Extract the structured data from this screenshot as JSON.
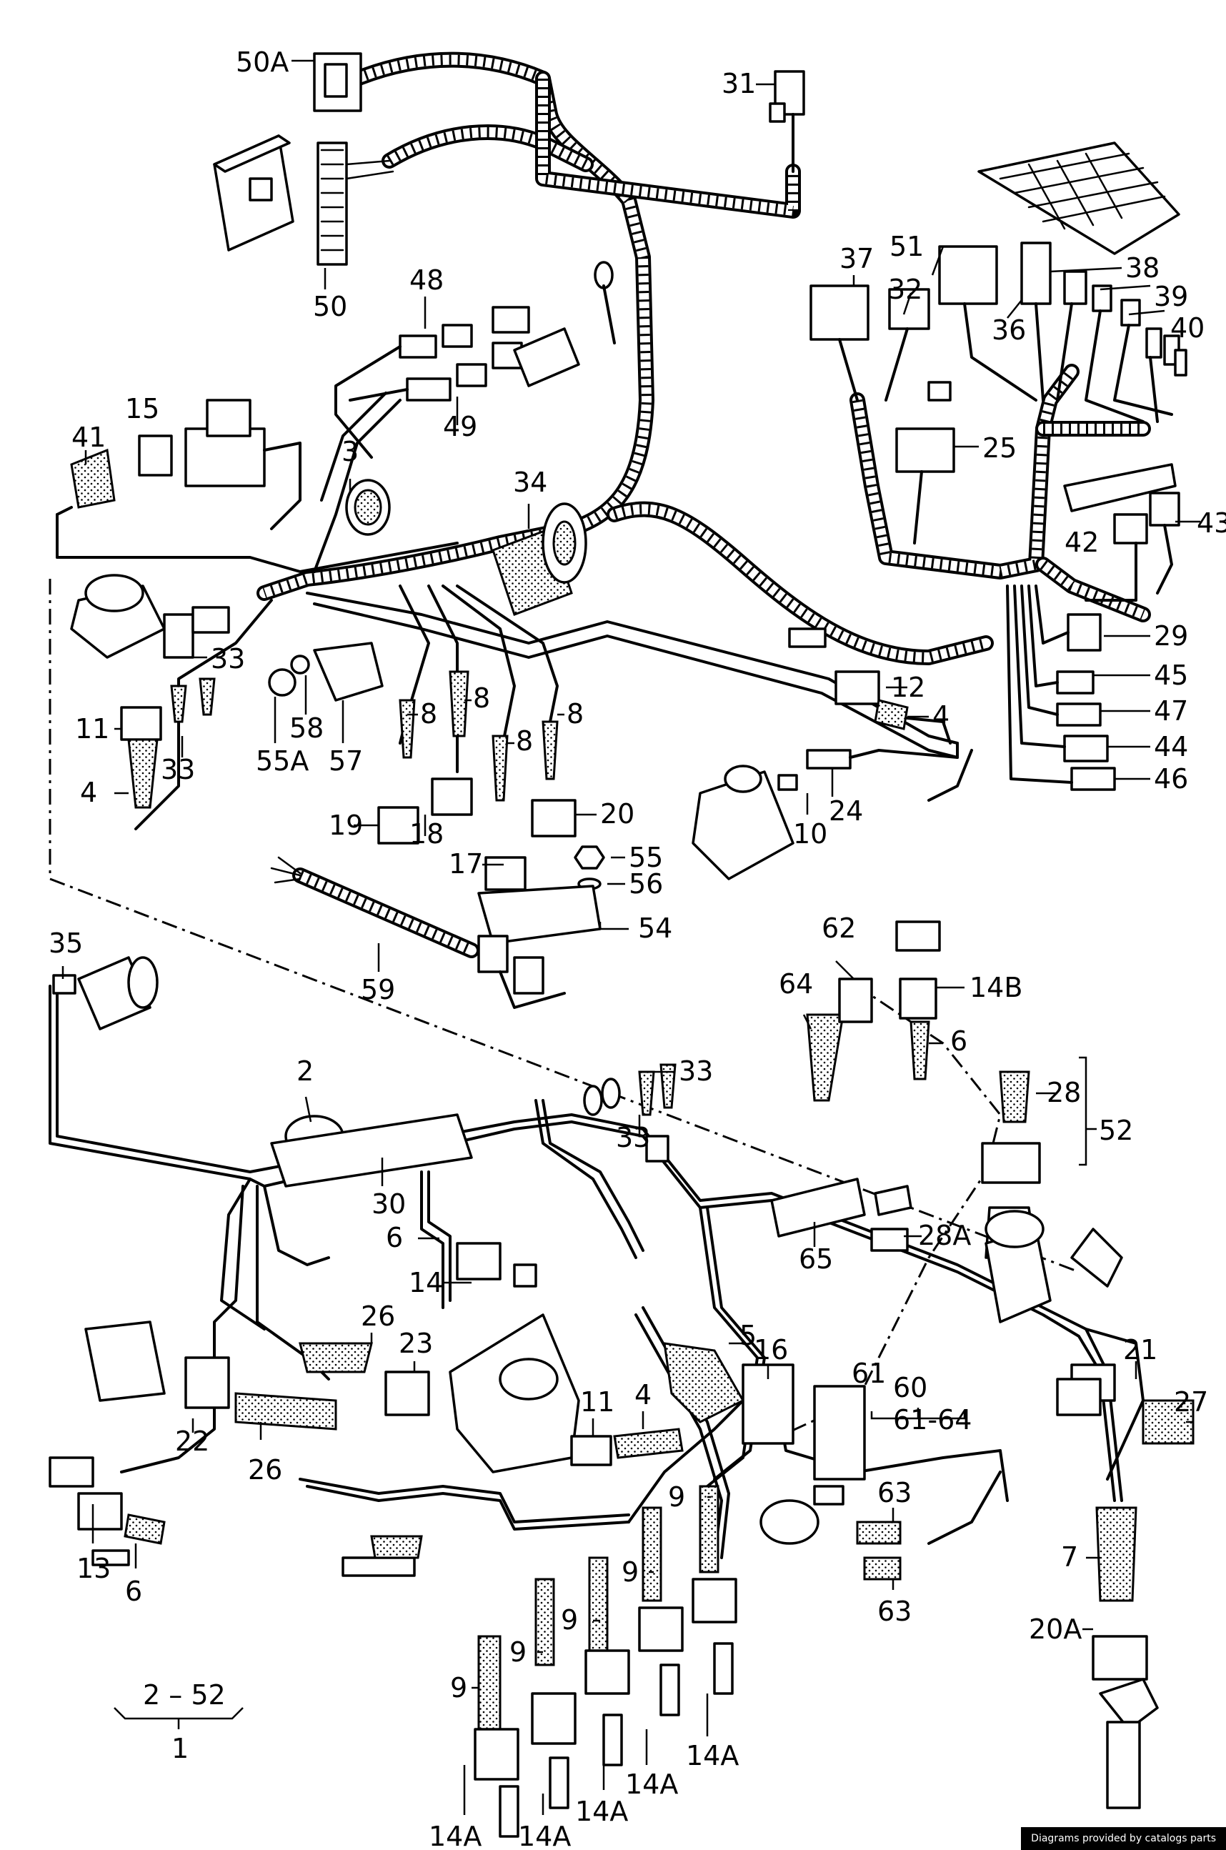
{
  "labels": [
    {
      "id": "50A",
      "text": "50A"
    },
    {
      "id": "50",
      "text": "50"
    },
    {
      "id": "31",
      "text": "31"
    },
    {
      "id": "48",
      "text": "48"
    },
    {
      "id": "49",
      "text": "49"
    },
    {
      "id": "15",
      "text": "15"
    },
    {
      "id": "41",
      "text": "41"
    },
    {
      "id": "3",
      "text": "3"
    },
    {
      "id": "34",
      "text": "34"
    },
    {
      "id": "37",
      "text": "37"
    },
    {
      "id": "51",
      "text": "51"
    },
    {
      "id": "32",
      "text": "32"
    },
    {
      "id": "36",
      "text": "36"
    },
    {
      "id": "38",
      "text": "38"
    },
    {
      "id": "39",
      "text": "39"
    },
    {
      "id": "40",
      "text": "40"
    },
    {
      "id": "25",
      "text": "25"
    },
    {
      "id": "42",
      "text": "42"
    },
    {
      "id": "43",
      "text": "43"
    },
    {
      "id": "29",
      "text": "29"
    },
    {
      "id": "45",
      "text": "45"
    },
    {
      "id": "47",
      "text": "47"
    },
    {
      "id": "44",
      "text": "44"
    },
    {
      "id": "46",
      "text": "46"
    },
    {
      "id": "33a",
      "text": "33"
    },
    {
      "id": "33b",
      "text": "33"
    },
    {
      "id": "11a",
      "text": "11"
    },
    {
      "id": "4a",
      "text": "4"
    },
    {
      "id": "55A",
      "text": "55A"
    },
    {
      "id": "58",
      "text": "58"
    },
    {
      "id": "57",
      "text": "57"
    },
    {
      "id": "8a",
      "text": "8"
    },
    {
      "id": "8b",
      "text": "8"
    },
    {
      "id": "8c",
      "text": "8"
    },
    {
      "id": "8d",
      "text": "8"
    },
    {
      "id": "12",
      "text": "12"
    },
    {
      "id": "4b",
      "text": "4"
    },
    {
      "id": "19",
      "text": "19"
    },
    {
      "id": "18",
      "text": "18"
    },
    {
      "id": "20",
      "text": "20"
    },
    {
      "id": "17",
      "text": "17"
    },
    {
      "id": "55",
      "text": "55"
    },
    {
      "id": "56",
      "text": "56"
    },
    {
      "id": "10",
      "text": "10"
    },
    {
      "id": "24",
      "text": "24"
    },
    {
      "id": "54",
      "text": "54"
    },
    {
      "id": "59",
      "text": "59"
    },
    {
      "id": "35",
      "text": "35"
    },
    {
      "id": "62",
      "text": "62"
    },
    {
      "id": "64",
      "text": "64"
    },
    {
      "id": "14B",
      "text": "14B"
    },
    {
      "id": "6a",
      "text": "6"
    },
    {
      "id": "2",
      "text": "2"
    },
    {
      "id": "33c",
      "text": "33"
    },
    {
      "id": "33d",
      "text": "33"
    },
    {
      "id": "28",
      "text": "28"
    },
    {
      "id": "52",
      "text": "52"
    },
    {
      "id": "30",
      "text": "30"
    },
    {
      "id": "6b",
      "text": "6"
    },
    {
      "id": "65",
      "text": "65"
    },
    {
      "id": "28A",
      "text": "28A"
    },
    {
      "id": "14a",
      "text": "14"
    },
    {
      "id": "26a",
      "text": "26"
    },
    {
      "id": "23",
      "text": "23"
    },
    {
      "id": "5",
      "text": "5"
    },
    {
      "id": "16",
      "text": "16"
    },
    {
      "id": "4c",
      "text": "4"
    },
    {
      "id": "11b",
      "text": "11"
    },
    {
      "id": "61",
      "text": "61"
    },
    {
      "id": "60",
      "text": "60"
    },
    {
      "id": "61-64",
      "text": "61-64"
    },
    {
      "id": "21",
      "text": "21"
    },
    {
      "id": "27",
      "text": "27"
    },
    {
      "id": "22",
      "text": "22"
    },
    {
      "id": "26b",
      "text": "26"
    },
    {
      "id": "13",
      "text": "13"
    },
    {
      "id": "6c",
      "text": "6"
    },
    {
      "id": "63a",
      "text": "63"
    },
    {
      "id": "63b",
      "text": "63"
    },
    {
      "id": "7",
      "text": "7"
    },
    {
      "id": "20A",
      "text": "20A"
    },
    {
      "id": "9a",
      "text": "9"
    },
    {
      "id": "9b",
      "text": "9"
    },
    {
      "id": "9c",
      "text": "9"
    },
    {
      "id": "9d",
      "text": "9"
    },
    {
      "id": "9e",
      "text": "9"
    },
    {
      "id": "14Aa",
      "text": "14A"
    },
    {
      "id": "14Ab",
      "text": "14A"
    },
    {
      "id": "14Ac",
      "text": "14A"
    },
    {
      "id": "14Ad",
      "text": "14A"
    },
    {
      "id": "14Ae",
      "text": "14A"
    },
    {
      "id": "range",
      "text": "2 – 52"
    },
    {
      "id": "one",
      "text": "1"
    }
  ],
  "credit": "Diagrams provided by catalogs parts"
}
